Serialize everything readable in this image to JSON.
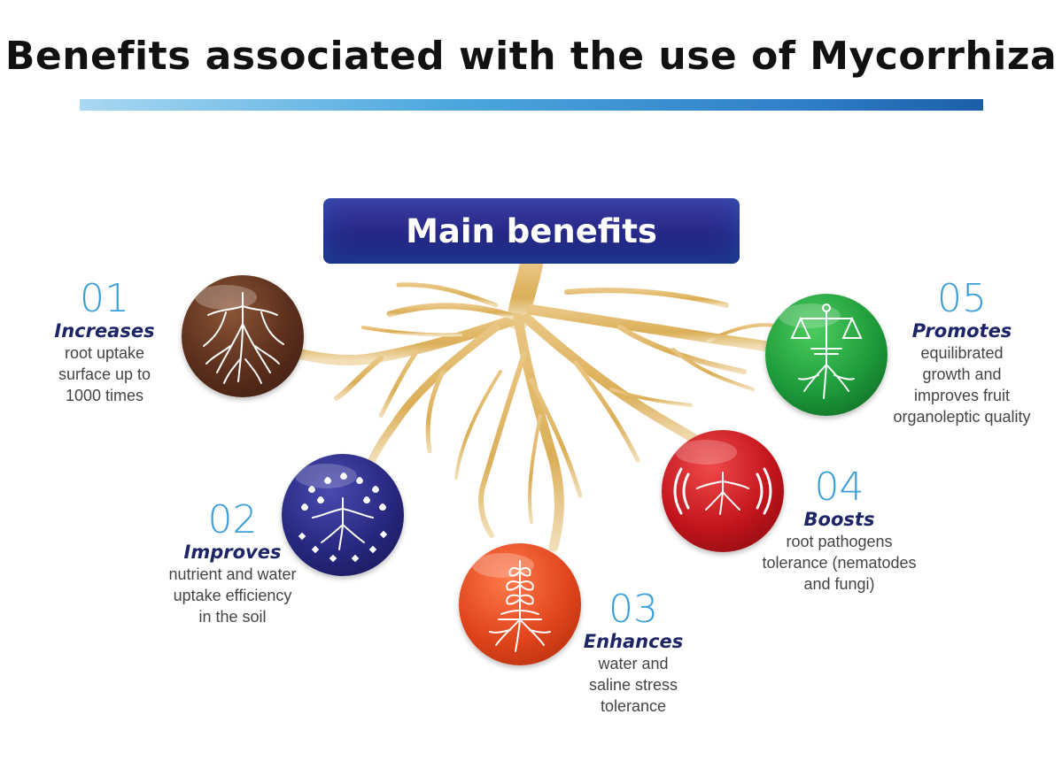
{
  "title": "Benefits associated with the use of Mycorrhiza",
  "main_label": "Main benefits",
  "colors": {
    "rule_start": "#a9d8f2",
    "rule_end": "#1c5ea8",
    "main_box": "#262887",
    "number": "#3a9fd8",
    "verb": "#1e2566",
    "roots": "#d9a84a"
  },
  "benefits": [
    {
      "number": "01",
      "verb": "Increases",
      "lines": [
        "root uptake",
        "surface up to",
        "1000 times"
      ],
      "color": "#5a2e1c",
      "icon": "root-system-icon"
    },
    {
      "number": "02",
      "verb": "Improves",
      "lines": [
        "nutrient and water",
        "uptake efficiency",
        "in the soil"
      ],
      "color": "#27277f",
      "icon": "water-drops-root-icon"
    },
    {
      "number": "03",
      "verb": "Enhances",
      "lines": [
        "water and",
        "saline stress",
        "tolerance"
      ],
      "color": "#e0441c",
      "icon": "plant-root-icon"
    },
    {
      "number": "04",
      "verb": "Boosts",
      "lines": [
        "root pathogens",
        "tolerance (nematodes",
        "and fungi)"
      ],
      "color": "#c2141c",
      "icon": "signal-root-icon"
    },
    {
      "number": "05",
      "verb": "Promotes",
      "lines": [
        "equilibrated",
        "growth and",
        "improves fruit",
        "organoleptic quality"
      ],
      "color": "#1d9a3a",
      "icon": "balance-scale-root-icon"
    }
  ]
}
